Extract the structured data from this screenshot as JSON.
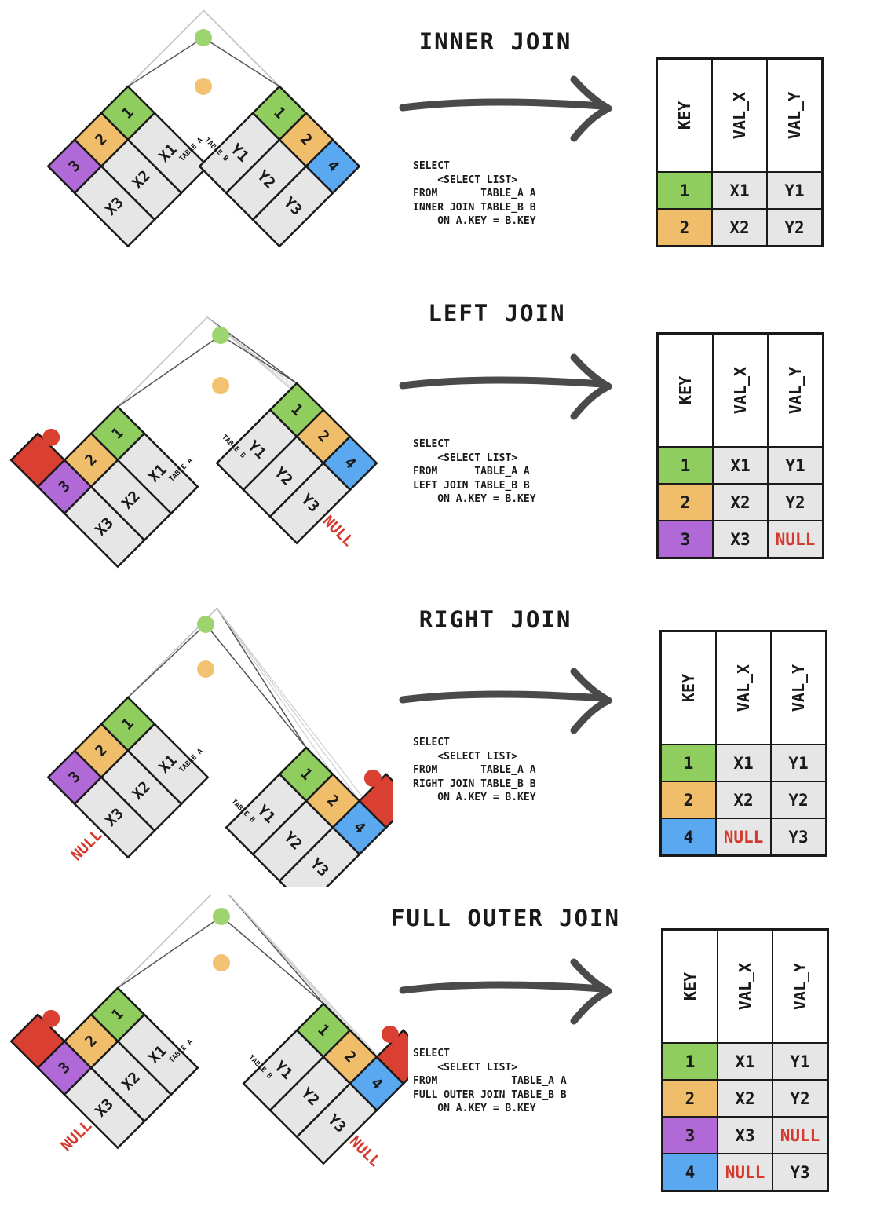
{
  "colors": {
    "key1": "#8fcd5f",
    "key2": "#f0bd6b",
    "key3": "#b169d8",
    "key4": "#5aa9f0",
    "null_fill": "#d94032",
    "null_text": "#d63a2f",
    "cell": "#e6e6e6",
    "green_dot": "#9ed46f",
    "orange_dot": "#f2c272",
    "red_dot": "#d94032"
  },
  "labels": {
    "table_a": "TABLE A",
    "table_b": "TABLE B",
    "null": "NULL"
  },
  "columns": [
    "KEY",
    "VAL_X",
    "VAL_Y"
  ],
  "sections": [
    {
      "id": "inner",
      "title": "INNER JOIN",
      "sql": "SELECT\n    <SELECT LIST>\nFROM       TABLE_A A\nINNER JOIN TABLE_B B\n    ON A.KEY = B.KEY",
      "rows": [
        {
          "key": "1",
          "color": "key1",
          "val_x": "X1",
          "val_y": "Y1"
        },
        {
          "key": "2",
          "color": "key2",
          "val_x": "X2",
          "val_y": "Y2"
        }
      ]
    },
    {
      "id": "left",
      "title": "LEFT JOIN",
      "sql": "SELECT\n    <SELECT LIST>\nFROM      TABLE_A A\nLEFT JOIN TABLE_B B\n    ON A.KEY = B.KEY",
      "rows": [
        {
          "key": "1",
          "color": "key1",
          "val_x": "X1",
          "val_y": "Y1"
        },
        {
          "key": "2",
          "color": "key2",
          "val_x": "X2",
          "val_y": "Y2"
        },
        {
          "key": "3",
          "color": "key3",
          "val_x": "X3",
          "val_y": "NULL"
        }
      ]
    },
    {
      "id": "right",
      "title": "RIGHT JOIN",
      "sql": "SELECT\n    <SELECT LIST>\nFROM       TABLE_A A\nRIGHT JOIN TABLE_B B\n    ON A.KEY = B.KEY",
      "rows": [
        {
          "key": "1",
          "color": "key1",
          "val_x": "X1",
          "val_y": "Y1"
        },
        {
          "key": "2",
          "color": "key2",
          "val_x": "X2",
          "val_y": "Y2"
        },
        {
          "key": "4",
          "color": "key4",
          "val_x": "NULL",
          "val_y": "Y3"
        }
      ]
    },
    {
      "id": "full",
      "title": "FULL OUTER JOIN",
      "sql": "SELECT\n    <SELECT LIST>\nFROM            TABLE_A A\nFULL OUTER JOIN TABLE_B B\n    ON A.KEY = B.KEY",
      "rows": [
        {
          "key": "1",
          "color": "key1",
          "val_x": "X1",
          "val_y": "Y1"
        },
        {
          "key": "2",
          "color": "key2",
          "val_x": "X2",
          "val_y": "Y2"
        },
        {
          "key": "3",
          "color": "key3",
          "val_x": "X3",
          "val_y": "NULL"
        },
        {
          "key": "4",
          "color": "key4",
          "val_x": "NULL",
          "val_y": "Y3"
        }
      ]
    }
  ],
  "diagrams": [
    {
      "a_keys": [
        "1",
        "2",
        "3"
      ],
      "a_vals": [
        "X1",
        "X2",
        "X3"
      ],
      "b_keys": [
        "1",
        "2",
        "4"
      ],
      "b_vals": [
        "Y1",
        "Y2",
        "Y3"
      ],
      "a_null": false,
      "b_null": false
    },
    {
      "a_keys": [
        "1",
        "2",
        "3"
      ],
      "a_vals": [
        "X1",
        "X2",
        "X3"
      ],
      "b_keys": [
        "1",
        "2",
        "4"
      ],
      "b_vals": [
        "Y1",
        "Y2",
        "Y3"
      ],
      "a_null": false,
      "b_null": true
    },
    {
      "a_keys": [
        "1",
        "2",
        "3"
      ],
      "a_vals": [
        "X1",
        "X2",
        "X3"
      ],
      "b_keys": [
        "1",
        "2",
        "4"
      ],
      "b_vals": [
        "Y1",
        "Y2",
        "Y3"
      ],
      "a_null": true,
      "b_null": false
    },
    {
      "a_keys": [
        "1",
        "2",
        "3"
      ],
      "a_vals": [
        "X1",
        "X2",
        "X3"
      ],
      "b_keys": [
        "1",
        "2",
        "4"
      ],
      "b_vals": [
        "Y1",
        "Y2",
        "Y3"
      ],
      "a_null": true,
      "b_null": true
    }
  ]
}
